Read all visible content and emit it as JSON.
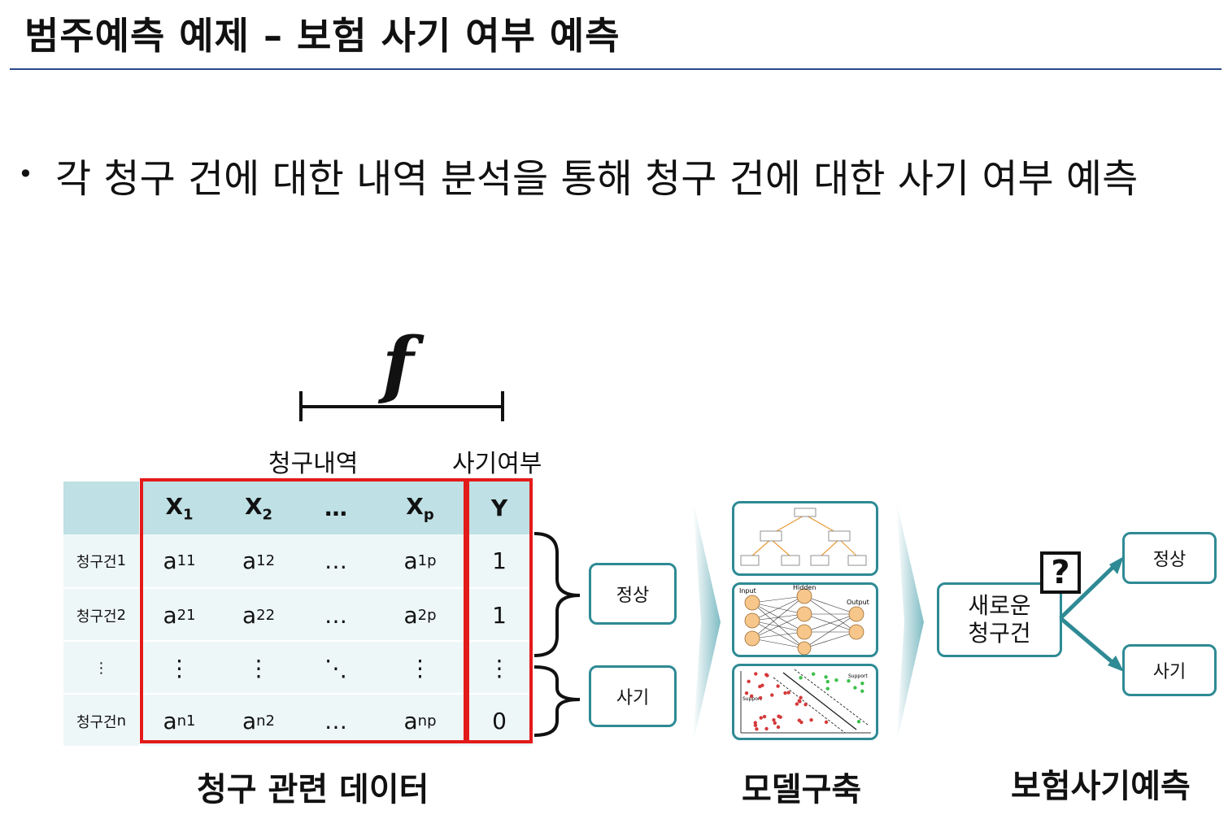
{
  "title": "범주예측 예제 – 보험 사기 여부 예측",
  "bullet": "각 청구 건에 대한 내역 분석을 통해 청구 건에 대한 사기 여부 예측",
  "f_symbol": "f",
  "labels": {
    "claim_details": "청구내역",
    "fraud_status": "사기여부"
  },
  "table": {
    "headers": [
      "X1",
      "X2",
      "…",
      "Xp",
      "Y"
    ],
    "rows": [
      {
        "label": "청구건",
        "label_sub": "1",
        "cells": [
          [
            "a",
            "11"
          ],
          [
            "a",
            "12"
          ],
          [
            "…",
            ""
          ],
          [
            "a",
            "1p"
          ]
        ],
        "y": "1"
      },
      {
        "label": "청구건",
        "label_sub": "2",
        "cells": [
          [
            "a",
            "21"
          ],
          [
            "a",
            "22"
          ],
          [
            "…",
            ""
          ],
          [
            "a",
            "2p"
          ]
        ],
        "y": "1"
      },
      {
        "label": "⋮",
        "label_sub": "",
        "cells": [
          [
            "⋮",
            ""
          ],
          [
            "⋮",
            ""
          ],
          [
            "⋱",
            ""
          ],
          [
            "⋮",
            ""
          ]
        ],
        "y": "⋮"
      },
      {
        "label": "청구건",
        "label_sub": "n",
        "cells": [
          [
            "a",
            "n1"
          ],
          [
            "a",
            "n2"
          ],
          [
            "…",
            ""
          ],
          [
            "a",
            "np"
          ]
        ],
        "y": "0"
      }
    ]
  },
  "outcomes": {
    "normal": "정상",
    "fraud": "사기"
  },
  "model_panels": [
    {
      "name": "decision-tree-diagram"
    },
    {
      "name": "neural-network-diagram",
      "labels": [
        "Input",
        "Hidden",
        "Output"
      ]
    },
    {
      "name": "svm-diagram",
      "labels": [
        "Support vectors",
        "Support vectors"
      ]
    }
  ],
  "new_claim": "새로운\n청구건",
  "question_mark": "?",
  "predict_outcomes": [
    "정상",
    "사기"
  ],
  "captions": {
    "data": "청구 관련 데이터",
    "model": "모델구축",
    "predict": "보험사기예측"
  },
  "colors": {
    "teal": "#2e8a94",
    "red": "#e31a1a",
    "table_header": "#bfe0e4",
    "table_row": "#eef7f8"
  }
}
